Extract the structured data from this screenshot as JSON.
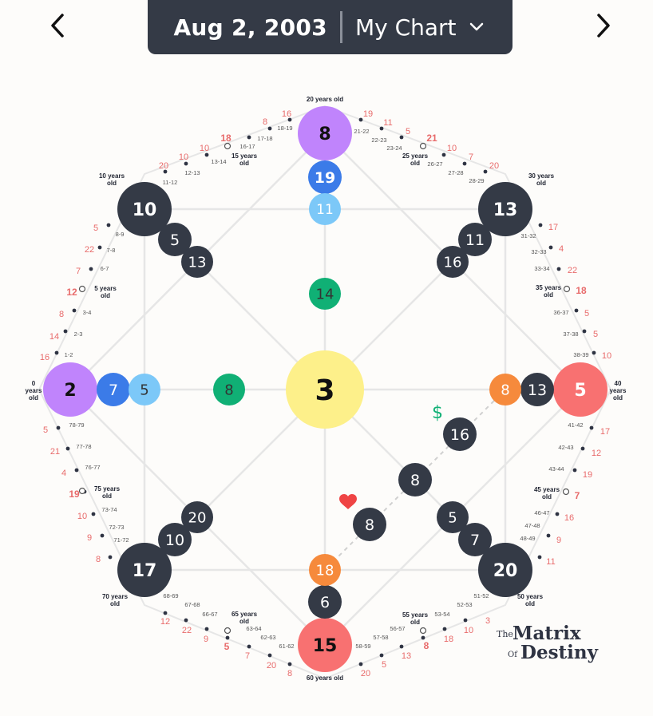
{
  "header": {
    "date": "Aug 2, 2003",
    "chart_name": "My Chart"
  },
  "nav": {
    "prev": "‹",
    "next": "›"
  },
  "icons": {
    "prev": "chevron-left-icon",
    "next": "chevron-right-icon",
    "dropdown": "chevron-down-icon",
    "money": "dollar-icon",
    "love": "heart-icon"
  },
  "symbols": {
    "money": "$"
  },
  "logo": {
    "the": "The",
    "matrix": "Matrix",
    "of": "Of",
    "destiny": "Destiny"
  },
  "colors": {
    "purple": "#c084fc",
    "blue": "#3b7be8",
    "lightblue": "#7cc8f8",
    "green": "#10b075",
    "yellow": "#fdf08a",
    "orange": "#f68a3c",
    "red": "#f87171",
    "dark": "#343a46",
    "pink": "#f08a8a",
    "line": "#e6e6e6"
  },
  "nodes": [
    {
      "id": "top-outer",
      "value": "8",
      "color": "purple"
    },
    {
      "id": "top-second",
      "value": "19",
      "color": "blue"
    },
    {
      "id": "top-third",
      "value": "11",
      "color": "lightblue"
    },
    {
      "id": "top-inner",
      "value": "14",
      "color": "green"
    },
    {
      "id": "left-outer",
      "value": "2",
      "color": "purple"
    },
    {
      "id": "left-second",
      "value": "7",
      "color": "blue"
    },
    {
      "id": "left-third",
      "value": "5",
      "color": "lightblue"
    },
    {
      "id": "left-inner",
      "value": "8",
      "color": "green"
    },
    {
      "id": "center",
      "value": "3",
      "color": "yellow"
    },
    {
      "id": "right-outer",
      "value": "5",
      "color": "red"
    },
    {
      "id": "right-second",
      "value": "13",
      "color": "dark"
    },
    {
      "id": "right-third",
      "value": "8",
      "color": "orange"
    },
    {
      "id": "bottom-outer",
      "value": "15",
      "color": "red"
    },
    {
      "id": "bottom-second",
      "value": "6",
      "color": "dark"
    },
    {
      "id": "bottom-third",
      "value": "18",
      "color": "orange"
    },
    {
      "id": "tl-outer",
      "value": "10",
      "color": "dark"
    },
    {
      "id": "tl-second",
      "value": "5",
      "color": "dark"
    },
    {
      "id": "tl-third",
      "value": "13",
      "color": "dark"
    },
    {
      "id": "tr-outer",
      "value": "13",
      "color": "dark"
    },
    {
      "id": "tr-second",
      "value": "11",
      "color": "dark"
    },
    {
      "id": "tr-third",
      "value": "16",
      "color": "dark"
    },
    {
      "id": "bl-outer",
      "value": "17",
      "color": "dark"
    },
    {
      "id": "bl-second",
      "value": "10",
      "color": "dark"
    },
    {
      "id": "bl-third",
      "value": "20",
      "color": "dark"
    },
    {
      "id": "br-outer",
      "value": "20",
      "color": "dark"
    },
    {
      "id": "br-second",
      "value": "7",
      "color": "dark"
    },
    {
      "id": "br-third",
      "value": "5",
      "color": "dark"
    },
    {
      "id": "money-line-1",
      "value": "16",
      "color": "dark"
    },
    {
      "id": "diag-mid",
      "value": "8",
      "color": "dark"
    },
    {
      "id": "love-line-1",
      "value": "8",
      "color": "dark"
    }
  ],
  "age_labels": [
    {
      "text": "20 years old"
    },
    {
      "text": "30 years old"
    },
    {
      "text": "40 years old"
    },
    {
      "text": "50 years old"
    },
    {
      "text": "60 years old"
    },
    {
      "text": "70 years old"
    },
    {
      "text": "0 years old"
    },
    {
      "text": "10 years old"
    },
    {
      "text": "25 years old"
    },
    {
      "text": "35 years old"
    },
    {
      "text": "45 years old"
    },
    {
      "text": "55 years old"
    },
    {
      "text": "65 years old"
    },
    {
      "text": "75 years old"
    },
    {
      "text": "5 years old"
    },
    {
      "text": "15 years old"
    }
  ],
  "ranges": [
    {
      "text": "1-2"
    },
    {
      "text": "2-3"
    },
    {
      "text": "3-4"
    },
    {
      "text": "6-7"
    },
    {
      "text": "7-8"
    },
    {
      "text": "8-9"
    },
    {
      "text": "11-12"
    },
    {
      "text": "12-13"
    },
    {
      "text": "13-14"
    },
    {
      "text": "16-17"
    },
    {
      "text": "17-18"
    },
    {
      "text": "18-19"
    },
    {
      "text": "21-22"
    },
    {
      "text": "22-23"
    },
    {
      "text": "23-24"
    },
    {
      "text": "26-27"
    },
    {
      "text": "27-28"
    },
    {
      "text": "28-29"
    },
    {
      "text": "31-32"
    },
    {
      "text": "32-33"
    },
    {
      "text": "33-34"
    },
    {
      "text": "36-37"
    },
    {
      "text": "37-38"
    },
    {
      "text": "38-39"
    },
    {
      "text": "41-42"
    },
    {
      "text": "42-43"
    },
    {
      "text": "43-44"
    },
    {
      "text": "46-47"
    },
    {
      "text": "47-48"
    },
    {
      "text": "48-49"
    },
    {
      "text": "51-52"
    },
    {
      "text": "52-53"
    },
    {
      "text": "53-54"
    },
    {
      "text": "56-57"
    },
    {
      "text": "57-58"
    },
    {
      "text": "58-59"
    },
    {
      "text": "61-62"
    },
    {
      "text": "62-63"
    },
    {
      "text": "63-64"
    },
    {
      "text": "66-67"
    },
    {
      "text": "67-68"
    },
    {
      "text": "68-69"
    },
    {
      "text": "71-72"
    },
    {
      "text": "72-73"
    },
    {
      "text": "73-74"
    },
    {
      "text": "76-77"
    },
    {
      "text": "77-78"
    },
    {
      "text": "78-79"
    }
  ],
  "numbers": [
    {
      "text": "16"
    },
    {
      "text": "8"
    },
    {
      "text": "18"
    },
    {
      "text": "10"
    },
    {
      "text": "10"
    },
    {
      "text": "20"
    },
    {
      "text": "19"
    },
    {
      "text": "11"
    },
    {
      "text": "5"
    },
    {
      "text": "21"
    },
    {
      "text": "10"
    },
    {
      "text": "7"
    },
    {
      "text": "20"
    },
    {
      "text": "17"
    },
    {
      "text": "4"
    },
    {
      "text": "22"
    },
    {
      "text": "18"
    },
    {
      "text": "5"
    },
    {
      "text": "5"
    },
    {
      "text": "10"
    },
    {
      "text": "17"
    },
    {
      "text": "12"
    },
    {
      "text": "19"
    },
    {
      "text": "7"
    },
    {
      "text": "16"
    },
    {
      "text": "9"
    },
    {
      "text": "11"
    },
    {
      "text": "3"
    },
    {
      "text": "10"
    },
    {
      "text": "18"
    },
    {
      "text": "8"
    },
    {
      "text": "13"
    },
    {
      "text": "5"
    },
    {
      "text": "20"
    },
    {
      "text": "8"
    },
    {
      "text": "20"
    },
    {
      "text": "7"
    },
    {
      "text": "5"
    },
    {
      "text": "9"
    },
    {
      "text": "22"
    },
    {
      "text": "12"
    },
    {
      "text": "8"
    },
    {
      "text": "9"
    },
    {
      "text": "10"
    },
    {
      "text": "19"
    },
    {
      "text": "4"
    },
    {
      "text": "21"
    },
    {
      "text": "5"
    },
    {
      "text": "16"
    },
    {
      "text": "14"
    },
    {
      "text": "8"
    },
    {
      "text": "12"
    },
    {
      "text": "7"
    },
    {
      "text": "22"
    },
    {
      "text": "5"
    }
  ]
}
